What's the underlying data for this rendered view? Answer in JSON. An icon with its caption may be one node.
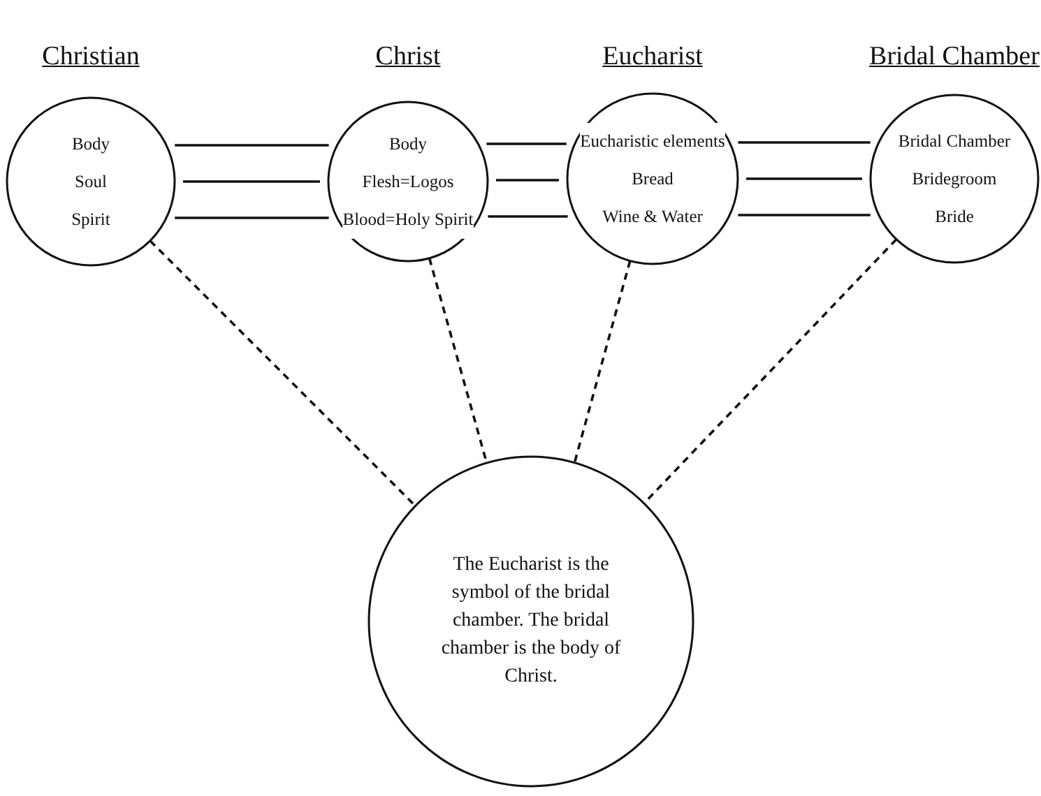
{
  "diagram": {
    "nodes": [
      {
        "text": [
          "Christian",
          "Body",
          "Soul",
          "Spirit"
        ]
      },
      {
        "text": [
          "Christ",
          "Body",
          "Flesh=Logos",
          "Blood=Holy Spirit"
        ]
      },
      {
        "text": [
          "Eucharist",
          "Eucharistic elements",
          "Bread",
          "Wine & Water"
        ]
      },
      {
        "text": [
          "Bridal Chamber",
          "Bridal Chamber",
          "Bridegroom",
          "Bride"
        ]
      },
      {
        "text": [
          "The Eucharist is the symbol of the bridal chamber. The bridal chamber is the body of Christ."
        ]
      }
    ],
    "edges": [
      {
        "from": 0,
        "to": 1,
        "arrow": "none"
      },
      {
        "from": 0,
        "to": 1,
        "arrow": "none"
      },
      {
        "from": 0,
        "to": 1,
        "arrow": "none"
      },
      {
        "from": 1,
        "to": 2,
        "arrow": "none"
      },
      {
        "from": 1,
        "to": 2,
        "arrow": "none"
      },
      {
        "from": 1,
        "to": 2,
        "arrow": "none"
      },
      {
        "from": 2,
        "to": 3,
        "arrow": "none"
      },
      {
        "from": 2,
        "to": 3,
        "arrow": "none"
      },
      {
        "from": 2,
        "to": 3,
        "arrow": "none"
      },
      {
        "from": 0,
        "to": 4,
        "arrow": "none",
        "style": "dashed"
      },
      {
        "from": 1,
        "to": 4,
        "arrow": "none",
        "style": "dashed"
      },
      {
        "from": 2,
        "to": 4,
        "arrow": "none",
        "style": "dashed"
      },
      {
        "from": 3,
        "to": 4,
        "arrow": "none",
        "style": "dashed"
      }
    ]
  }
}
